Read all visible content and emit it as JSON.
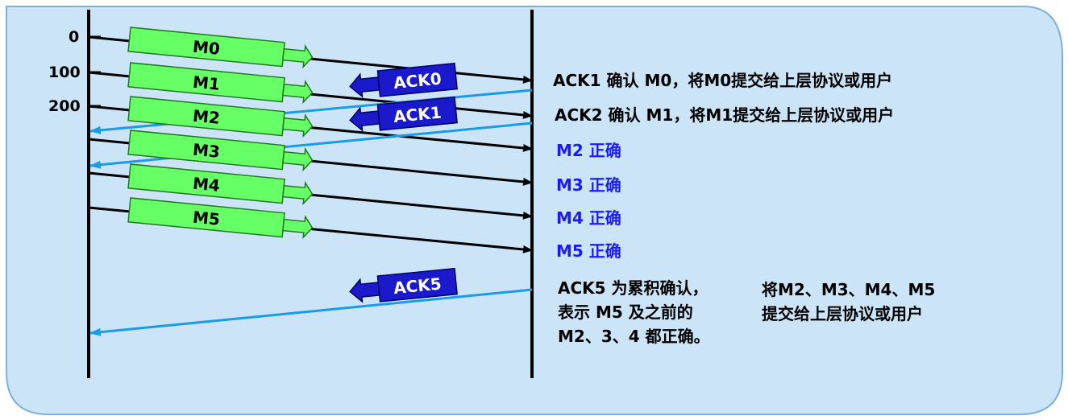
{
  "colors": {
    "panel_fill": "#cce4f7",
    "panel_stroke": "#7fb0dc",
    "packet_fill": "#66ff66",
    "packet_stroke": "#1f7a1f",
    "ack_fill": "#1a1acc",
    "ack_line": "#1a9be6",
    "status_ok_text": "#1a1aff"
  },
  "timeline_ticks": [
    "0",
    "100",
    "200"
  ],
  "packets": [
    "M0",
    "M1",
    "M2",
    "M3",
    "M4",
    "M5"
  ],
  "acks": [
    "ACK0",
    "ACK1",
    "ACK5"
  ],
  "receiver_notes": {
    "ack1": "ACK1 确认 M0，将M0提交给上层协议或用户",
    "ack2": "ACK2 确认 M1，将M1提交给上层协议或用户",
    "m2": "M2 正确",
    "m3": "M3 正确",
    "m4": "M4 正确",
    "m5": "M5 正确",
    "ack5_line1": "ACK5 为累积确认，",
    "ack5_line2": "表示 M5 及之前的",
    "ack5_line3": "M2、3、4 都正确。",
    "deliver_line1": "将M2、M3、M4、M5",
    "deliver_line2": "提交给上层协议或用户"
  }
}
